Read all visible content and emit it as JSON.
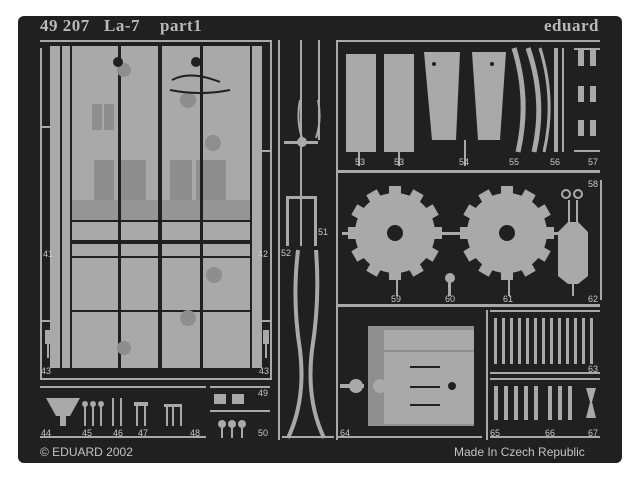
{
  "header": {
    "number": "49 207",
    "model": "La-7",
    "part": "part1",
    "brand": "eduard"
  },
  "footer": {
    "copyright": "© EDUARD 2002",
    "origin": "Made In Czech Republic"
  },
  "part_numbers": {
    "p41": "41",
    "p42": "42",
    "p43a": "43",
    "p43b": "43",
    "p44": "44",
    "p45": "45",
    "p46": "46",
    "p47": "47",
    "p48": "48",
    "p49": "49",
    "p50": "50",
    "p51": "51",
    "p52": "52",
    "p53a": "53",
    "p53b": "53",
    "p54": "54",
    "p55": "55",
    "p56": "56",
    "p57": "57",
    "p58": "58",
    "p59": "59",
    "p60": "60",
    "p61": "61",
    "p62": "62",
    "p63": "63",
    "p64": "64",
    "p65": "65",
    "p66": "66",
    "p67": "67"
  },
  "colors": {
    "background": "#ffffff",
    "fret": "#202020",
    "metal": "#a9a9a9",
    "metal_dark": "#8f8f8f",
    "text": "#c0c0c0"
  }
}
